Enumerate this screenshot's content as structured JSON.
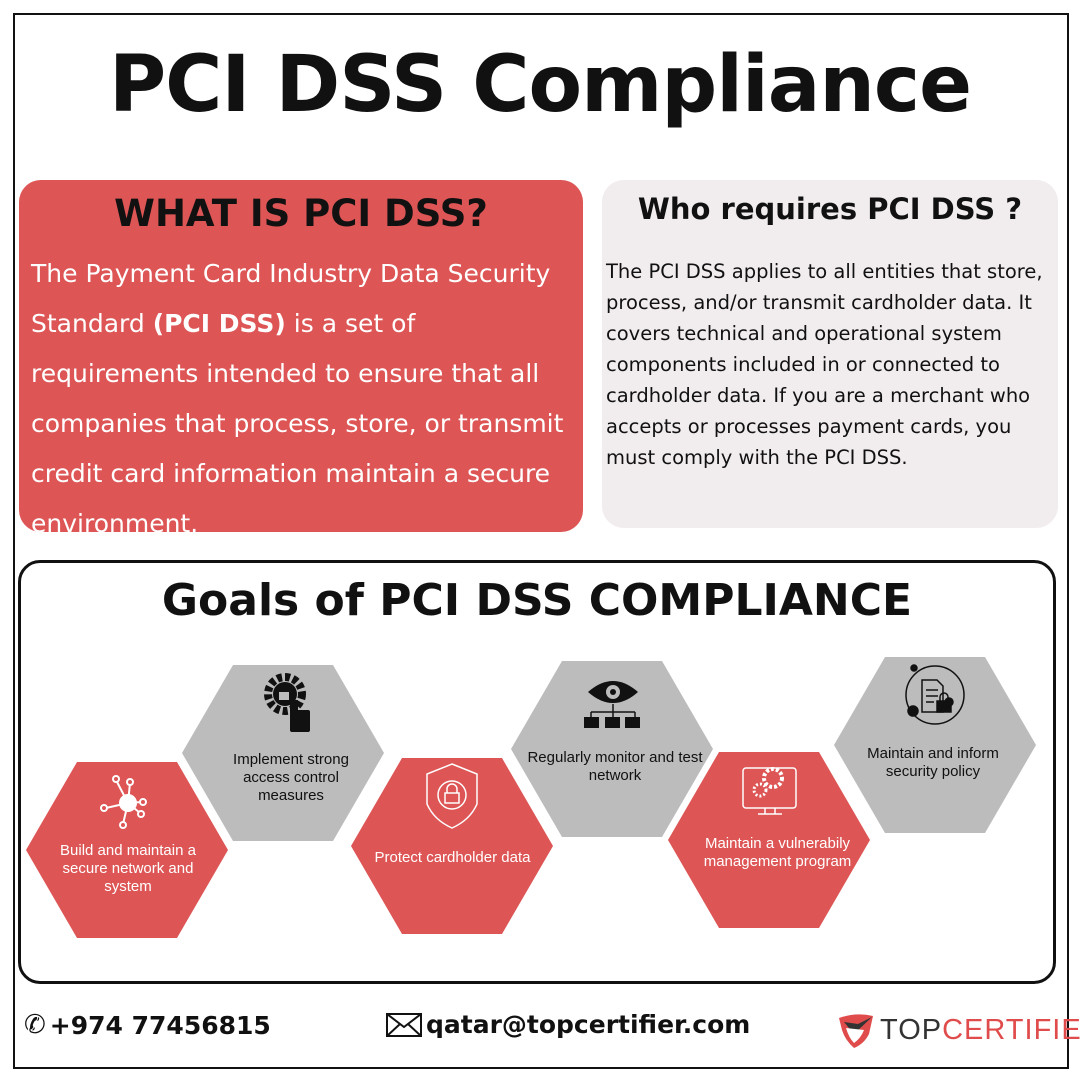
{
  "title": "PCI DSS Compliance",
  "what": {
    "heading": "WHAT IS PCI DSS?",
    "text_before": "The Payment Card Industry Data Security Standard ",
    "text_bold": "(PCI DSS)",
    "text_after": " is a set of requirements intended to ensure that all companies that process, store, or transmit credit card information maintain a secure environment."
  },
  "who": {
    "heading": "Who requires PCI DSS ?",
    "text": "The PCI DSS applies to all entities that store, process, and/or transmit cardholder data. It covers technical and operational system components included in or connected to cardholder data. If you are a merchant who accepts or processes payment cards, you must comply with the PCI DSS."
  },
  "goals": {
    "heading": "Goals of PCI DSS COMPLIANCE",
    "items": [
      {
        "label": "Build and maintain a secure network and system",
        "icon": "network-icon",
        "color": "#dd5555"
      },
      {
        "label": "Implement strong access control measures",
        "icon": "gear-lock-hand-icon",
        "color": "#bdbcbd"
      },
      {
        "label": "Protect cardholder data",
        "icon": "shield-lock-icon",
        "color": "#dd5555"
      },
      {
        "label": "Regularly monitor and test network",
        "icon": "eye-network-icon",
        "color": "#bdbcbd"
      },
      {
        "label": "Maintain a vulnerabily management program",
        "icon": "monitor-gears-icon",
        "color": "#dd5555"
      },
      {
        "label": "Maintain and inform security policy",
        "icon": "document-lock-icon",
        "color": "#bdbcbd"
      }
    ]
  },
  "footer": {
    "phone": "+974 77456815",
    "email": "qatar@topcertifier.com",
    "logo_top": "TOP",
    "logo_cert": "CERTIFIER"
  },
  "colors": {
    "red": "#dd5555",
    "gray": "#bdbcbd",
    "light": "#f1ecee"
  }
}
